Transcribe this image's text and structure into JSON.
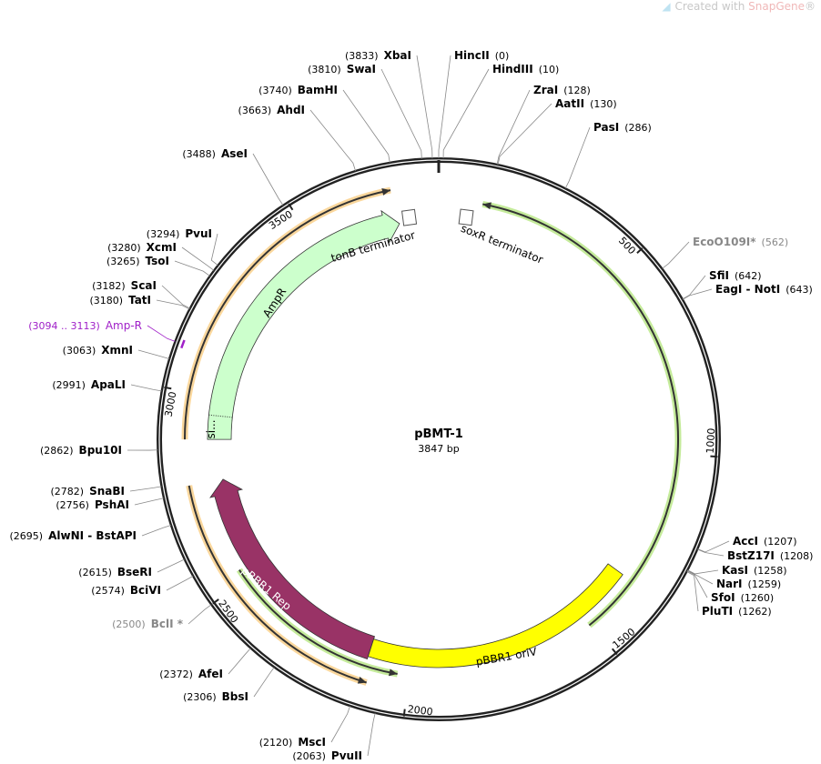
{
  "watermark": {
    "prefix": "Created with ",
    "brand": "SnapGene",
    "suffix": "®"
  },
  "plasmid": {
    "name": "pBMT-1",
    "length_label": "3847 bp",
    "length": 3847
  },
  "ticks": [
    "500",
    "1000",
    "1500",
    "2000",
    "2500",
    "3000",
    "3500"
  ],
  "enzymes": [
    {
      "name": "XbaI",
      "pos": "(3833)",
      "bp": 3833,
      "style": "normal"
    },
    {
      "name": "SwaI",
      "pos": "(3810)",
      "bp": 3810,
      "style": "normal"
    },
    {
      "name": "BamHI",
      "pos": "(3740)",
      "bp": 3740,
      "style": "normal"
    },
    {
      "name": "AhdI",
      "pos": "(3663)",
      "bp": 3663,
      "style": "normal"
    },
    {
      "name": "AseI",
      "pos": "(3488)",
      "bp": 3488,
      "style": "normal"
    },
    {
      "name": "PvuI",
      "pos": "(3294)",
      "bp": 3294,
      "style": "normal"
    },
    {
      "name": "XcmI",
      "pos": "(3280)",
      "bp": 3280,
      "style": "normal"
    },
    {
      "name": "TsoI",
      "pos": "(3265)",
      "bp": 3265,
      "style": "normal"
    },
    {
      "name": "ScaI",
      "pos": "(3182)",
      "bp": 3182,
      "style": "normal"
    },
    {
      "name": "TatI",
      "pos": "(3180)",
      "bp": 3180,
      "style": "normal"
    },
    {
      "name": "Amp-R",
      "pos": "(3094 .. 3113)",
      "bp": 3103,
      "style": "primer"
    },
    {
      "name": "XmnI",
      "pos": "(3063)",
      "bp": 3063,
      "style": "normal"
    },
    {
      "name": "ApaLI",
      "pos": "(2991)",
      "bp": 2991,
      "style": "normal"
    },
    {
      "name": "Bpu10I",
      "pos": "(2862)",
      "bp": 2862,
      "style": "normal"
    },
    {
      "name": "SnaBI",
      "pos": "(2782)",
      "bp": 2782,
      "style": "normal"
    },
    {
      "name": "PshAI",
      "pos": "(2756)",
      "bp": 2756,
      "style": "normal"
    },
    {
      "name": "AlwNI  - BstAPI",
      "pos": "(2695)",
      "bp": 2695,
      "style": "normal"
    },
    {
      "name": "BseRI",
      "pos": "(2615)",
      "bp": 2615,
      "style": "normal"
    },
    {
      "name": "BciVI",
      "pos": "(2574)",
      "bp": 2574,
      "style": "normal"
    },
    {
      "name": "BclI *",
      "pos": "(2500)",
      "bp": 2500,
      "style": "gray"
    },
    {
      "name": "AfeI",
      "pos": "(2372)",
      "bp": 2372,
      "style": "normal"
    },
    {
      "name": "BbsI",
      "pos": "(2306)",
      "bp": 2306,
      "style": "normal"
    },
    {
      "name": "MscI",
      "pos": "(2120)",
      "bp": 2120,
      "style": "normal"
    },
    {
      "name": "PvuII",
      "pos": "(2063)",
      "bp": 2063,
      "style": "normal"
    },
    {
      "name": "HincII",
      "pos": "(0)",
      "bp": 0,
      "style": "normal"
    },
    {
      "name": "HindIII",
      "pos": "(10)",
      "bp": 10,
      "style": "normal"
    },
    {
      "name": "ZraI",
      "pos": "(128)",
      "bp": 128,
      "style": "normal"
    },
    {
      "name": "AatII",
      "pos": "(130)",
      "bp": 130,
      "style": "normal"
    },
    {
      "name": "PasI",
      "pos": "(286)",
      "bp": 286,
      "style": "normal"
    },
    {
      "name": "EcoO109I*",
      "pos": "(562)",
      "bp": 562,
      "style": "gray"
    },
    {
      "name": "SfiI",
      "pos": "(642)",
      "bp": 642,
      "style": "normal"
    },
    {
      "name": "EagI  - NotI",
      "pos": "(643)",
      "bp": 643,
      "style": "normal"
    },
    {
      "name": "AccI",
      "pos": "(1207)",
      "bp": 1207,
      "style": "normal"
    },
    {
      "name": "BstZ17I",
      "pos": "(1208)",
      "bp": 1208,
      "style": "normal"
    },
    {
      "name": "KasI",
      "pos": "(1258)",
      "bp": 1258,
      "style": "normal"
    },
    {
      "name": "NarI",
      "pos": "(1259)",
      "bp": 1259,
      "style": "normal"
    },
    {
      "name": "SfoI",
      "pos": "(1260)",
      "bp": 1260,
      "style": "normal"
    },
    {
      "name": "PluTI",
      "pos": "(1262)",
      "bp": 1262,
      "style": "normal"
    }
  ],
  "features": [
    {
      "label": "AmpR",
      "start": 2885,
      "end": 3737,
      "direction": "forward",
      "color": "#ccffcc"
    },
    {
      "label": "si...",
      "start": 2885,
      "end": 2950,
      "direction": "none",
      "color": "#ccffcc"
    },
    {
      "label": "pBBR1 Rep",
      "start": 2116,
      "end": 2773,
      "direction": "forward",
      "color": "#993366"
    },
    {
      "label": "pBBR1 oriV",
      "start": 1350,
      "end": 2116,
      "direction": "none",
      "color": "#ffff00"
    },
    {
      "label": "tonB terminator",
      "start": 3760,
      "end": 3772,
      "direction": "none",
      "color": "#ffffff"
    },
    {
      "label": "soxR terminator",
      "start": 70,
      "end": 82,
      "direction": "none",
      "color": "#ffffff"
    }
  ],
  "orfs": [
    {
      "start": 2885,
      "end": 3730,
      "direction": "forward",
      "color": "#f5a623"
    },
    {
      "start": 2100,
      "end": 2773,
      "direction": "reverse",
      "color": "#f5a623"
    },
    {
      "start": 113,
      "end": 1507,
      "direction": "reverse",
      "color": "#7ed321"
    },
    {
      "start": 2030,
      "end": 2530,
      "direction": "reverse",
      "color": "#7ed321"
    }
  ]
}
